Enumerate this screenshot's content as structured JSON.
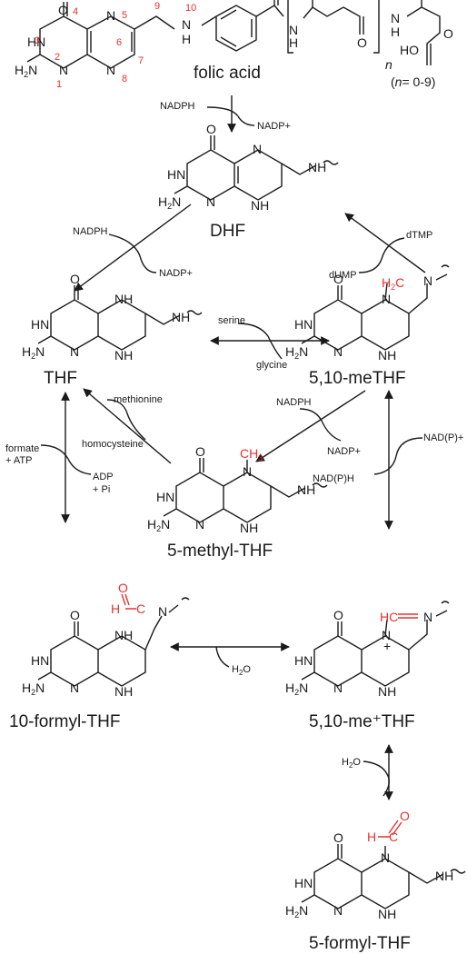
{
  "compounds": {
    "folic": "folic acid",
    "dhf": "DHF",
    "thf": "THF",
    "methylene": "5,10-meTHF",
    "methyl": "5-methyl-THF",
    "formyl10": "10-formyl-THF",
    "methenyl": "5,10-me⁺THF",
    "formyl5": "5-formyl-THF"
  },
  "folic_extra": {
    "n_label": "n",
    "n_range_open": "(",
    "n_range_italic": "n",
    "n_range_rest": "= 0-9)"
  },
  "cofactors": {
    "nadph_a": "NADPH",
    "nadp_a": "NADP+",
    "nadph_b": "NADPH",
    "nadp_b": "NADP+",
    "dtmp": "dTMP",
    "dump": "dUMP",
    "serine": "serine",
    "glycine": "glycine",
    "methionine": "methionine",
    "homocysteine": "homocysteine",
    "formate": "formate",
    "atp": "+ ATP",
    "adp": "ADP",
    "pi": "+ Pi",
    "nadph_c": "NADPH",
    "nadp_c": "NADP+",
    "nadp_d": "NAD(P)+",
    "nadph_d": "NAD(P)H",
    "water1": "H",
    "water1_sub": "2",
    "water1_o": "O",
    "water2": "H",
    "water2_sub": "2",
    "water2_o": "O"
  },
  "atoms": {
    "O": "O",
    "N": "N",
    "HN": "HN",
    "NH": "NH",
    "H2N_H": "H",
    "H2N_2": "2",
    "H2N_N": "N",
    "H": "H",
    "OH": "OH",
    "HO": "HO",
    "H2C": "H",
    "C2": "2",
    "C": "C",
    "CH3": "CH",
    "sub3": "3",
    "HC": "HC",
    "plus": "+"
  },
  "ring_numbers": [
    "1",
    "2",
    "3",
    "4",
    "5",
    "6",
    "7",
    "8",
    "9",
    "10"
  ],
  "colors": {
    "text": "#1a1a1a",
    "highlight": "#e8312f",
    "background": "#ffffff"
  }
}
